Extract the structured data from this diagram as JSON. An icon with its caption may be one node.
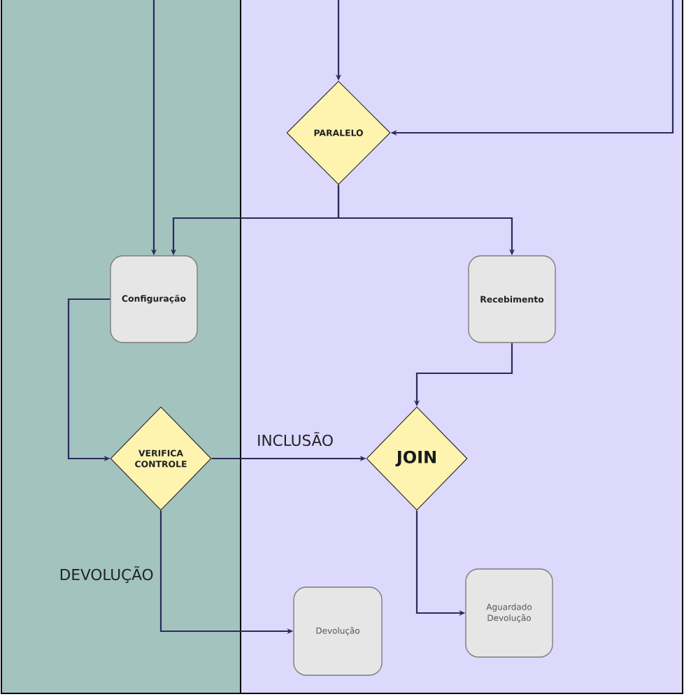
{
  "diagram": {
    "nodes": [
      {
        "text": [
          "PARALELO"
        ]
      },
      {
        "text": [
          "Configuração"
        ]
      },
      {
        "text": [
          "Recebimento"
        ]
      },
      {
        "text": [
          "VERIFICA CONTROLE"
        ]
      },
      {
        "text": [
          "JOIN"
        ]
      },
      {
        "text": [
          "Devolução"
        ]
      },
      {
        "text": [
          "Aguardado Devolução"
        ]
      }
    ],
    "edges": [
      {
        "from": null,
        "to": 1,
        "arrow": "to"
      },
      {
        "from": null,
        "to": 0,
        "arrow": "to"
      },
      {
        "from": null,
        "to": 0,
        "arrow": "to"
      },
      {
        "from": 0,
        "to": 1,
        "arrow": "to"
      },
      {
        "from": 0,
        "to": 2,
        "arrow": "to"
      },
      {
        "from": 1,
        "to": 3,
        "arrow": "to"
      },
      {
        "from": 3,
        "to": 4,
        "arrow": "to",
        "label": "INCLUSÃO"
      },
      {
        "from": 3,
        "to": 5,
        "arrow": "to",
        "label": "DEVOLUÇÃO"
      },
      {
        "from": 2,
        "to": 4,
        "arrow": "to"
      },
      {
        "from": 4,
        "to": 6,
        "arrow": "to"
      }
    ]
  }
}
